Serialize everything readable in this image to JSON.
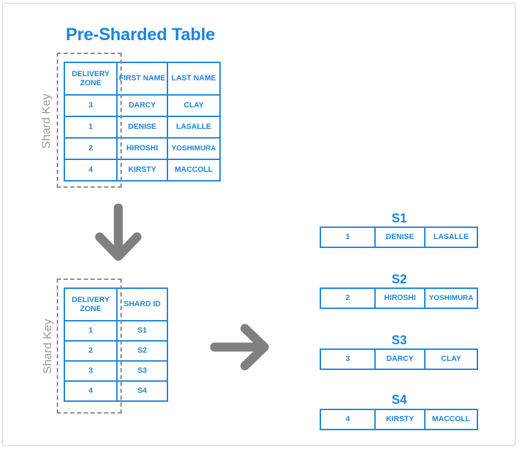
{
  "title": "Pre-Sharded Table",
  "shard_key_label": "Shard Key",
  "top_table": {
    "headers": [
      "DELIVERY ZONE",
      "FIRST NAME",
      "LAST NAME"
    ],
    "rows": [
      [
        "3",
        "DARCY",
        "CLAY"
      ],
      [
        "1",
        "DENISE",
        "LASALLE"
      ],
      [
        "2",
        "HIROSHI",
        "YOSHIMURA"
      ],
      [
        "4",
        "KIRSTY",
        "MACCOLL"
      ]
    ]
  },
  "lookup_table": {
    "headers": [
      "DELIVERY ZONE",
      "SHARD ID"
    ],
    "rows": [
      [
        "1",
        "S1"
      ],
      [
        "2",
        "S2"
      ],
      [
        "3",
        "S3"
      ],
      [
        "4",
        "S4"
      ]
    ]
  },
  "shards": [
    {
      "name": "S1",
      "row": [
        "1",
        "DENISE",
        "LASALLE"
      ]
    },
    {
      "name": "S2",
      "row": [
        "2",
        "HIROSHI",
        "YOSHIMURA"
      ]
    },
    {
      "name": "S3",
      "row": [
        "3",
        "DARCY",
        "CLAY"
      ]
    },
    {
      "name": "S4",
      "row": [
        "4",
        "KIRSTY",
        "MACCOLL"
      ]
    }
  ],
  "colors": {
    "accent": "#1b85e0",
    "arrow": "#808080",
    "dash": "#8a8a8a",
    "label": "#9a9a9a"
  }
}
